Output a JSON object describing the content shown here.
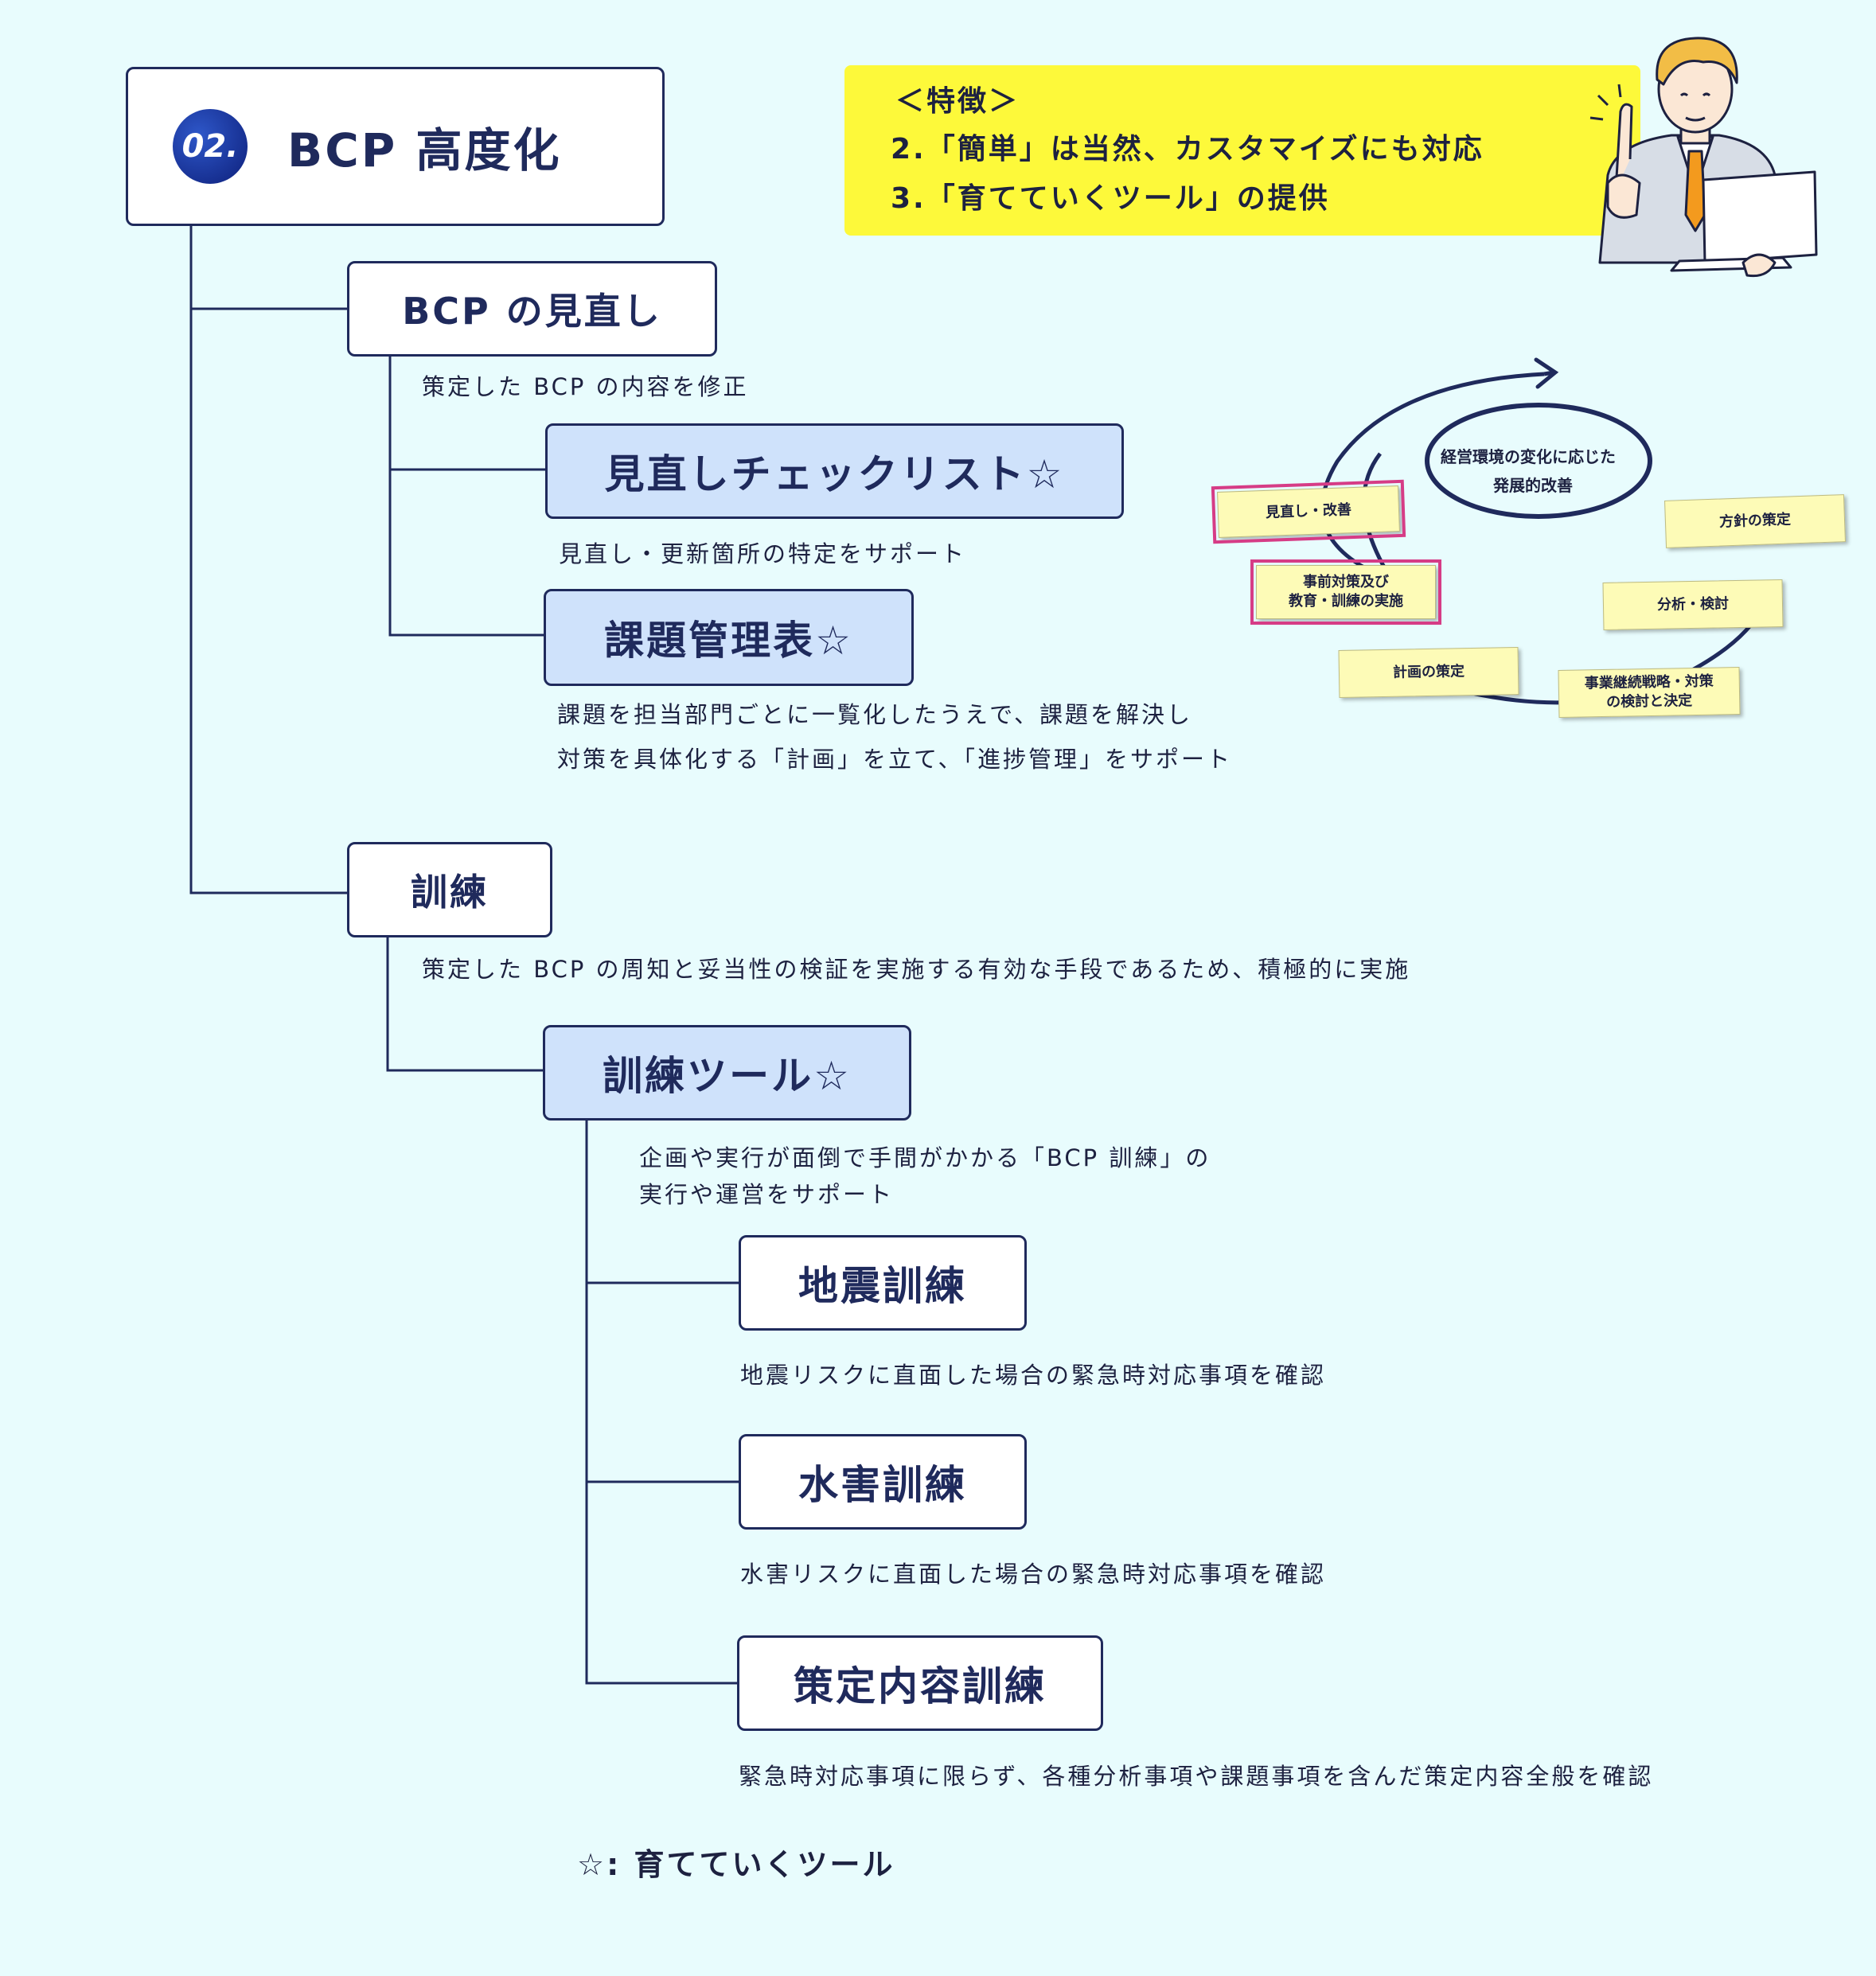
{
  "header": {
    "badge": "02.",
    "title": "BCP 高度化"
  },
  "features": {
    "heading": "＜特徴＞",
    "line1": "2.「簡単」は当然、カスタマイズにも対応",
    "line2": "3.「育てていくツール」の提供"
  },
  "review": {
    "title": "BCP の見直し",
    "desc": "策定した BCP の内容を修正",
    "checklist_title": "見直しチェックリスト☆",
    "checklist_desc": "見直し・更新箇所の特定をサポート",
    "issues_title": "課題管理表☆",
    "issues_desc1": "課題を担当部門ごとに一覧化したうえで、課題を解決し",
    "issues_desc2": "対策を具体化する「計画」を立て、「進捗管理」をサポート"
  },
  "training": {
    "title": "訓練",
    "desc": "策定した BCP の周知と妥当性の検証を実施する有効な手段であるため、積極的に実施",
    "tool_title": "訓練ツール☆",
    "tool_desc1": "企画や実行が面倒で手間がかかる「BCP 訓練」の",
    "tool_desc2": "実行や運営をサポート",
    "quake_title": "地震訓練",
    "quake_desc": "地震リスクに直面した場合の緊急時対応事項を確認",
    "flood_title": "水害訓練",
    "flood_desc": "水害リスクに直面した場合の緊急時対応事項を確認",
    "plan_title": "策定内容訓練",
    "plan_desc": "緊急時対応事項に限らず、各種分析事項や課題事項を含んだ策定内容全般を確認"
  },
  "cycle": {
    "center1": "経営環境の変化に応じた",
    "center2": "発展的改善",
    "notes": [
      "方針の策定",
      "分析・検討",
      "事業継続戦略・対策",
      "の検討と決定",
      "計画の策定",
      "事前対策及び",
      "教育・訓練の実施",
      "見直し・改善"
    ]
  },
  "legend": "☆: 育てていくツール",
  "colors": {
    "background": "#e8fcfd",
    "navy": "#1f2a5c",
    "box_blue": "#cfe2fb",
    "highlight_yellow": "#fdf93a",
    "note_yellow": "#fdfbb7",
    "note_pink_border": "#d63c86"
  },
  "icons": [
    "presenter-illustration",
    "cycle-arrow"
  ]
}
